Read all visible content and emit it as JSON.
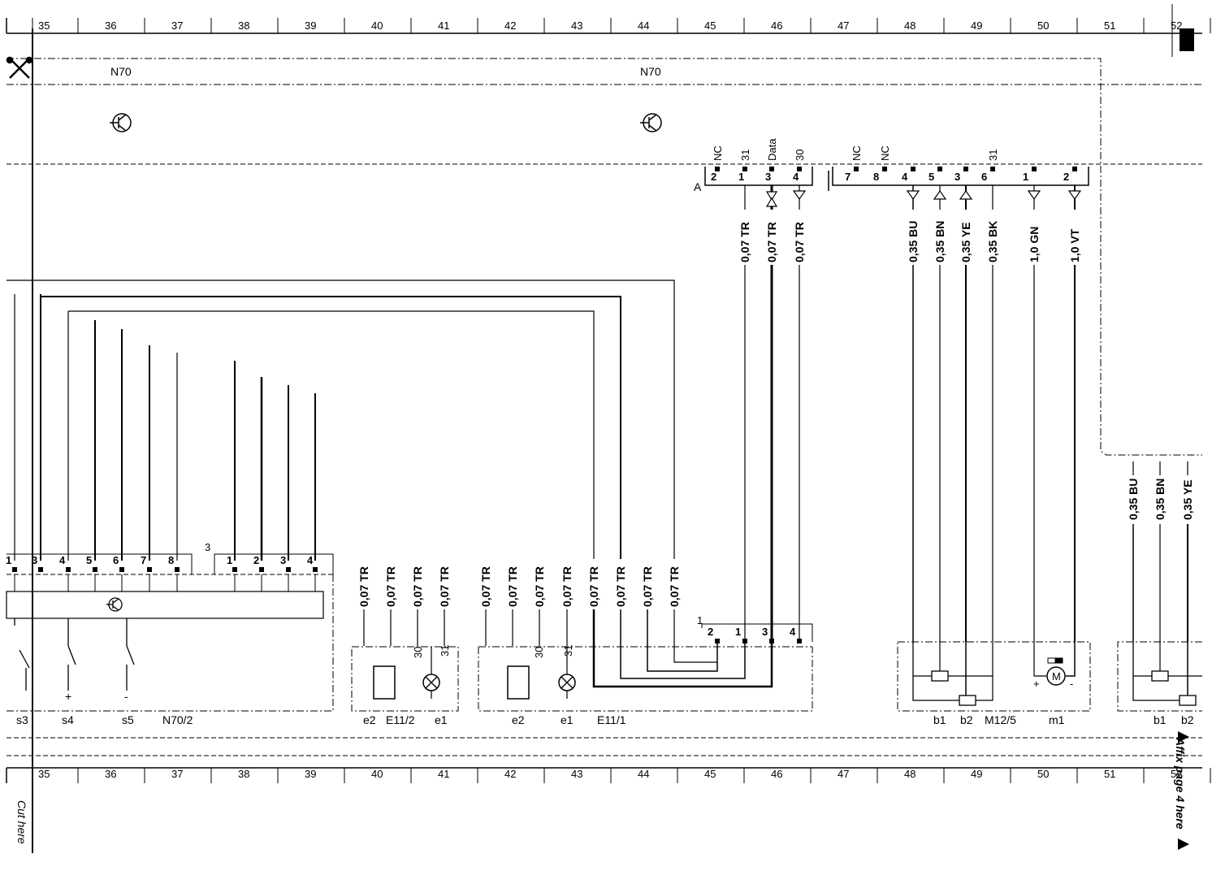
{
  "ruler": {
    "columns": [
      "35",
      "36",
      "37",
      "38",
      "39",
      "40",
      "41",
      "42",
      "43",
      "44",
      "45",
      "46",
      "47",
      "48",
      "49",
      "50",
      "51",
      "52"
    ]
  },
  "components": {
    "n70_left": "N70",
    "n70_right": "N70",
    "n70_2": "N70/2",
    "e11_2": "E11/2",
    "e11_1": "E11/1",
    "m12_5": "M12/5",
    "m1": "m1"
  },
  "connector_a": {
    "label": "A",
    "pins": [
      {
        "num": "2",
        "sig": "NC"
      },
      {
        "num": "1",
        "sig": "31"
      },
      {
        "num": "3",
        "sig": "Data"
      },
      {
        "num": "4",
        "sig": "30"
      }
    ]
  },
  "connector_right": {
    "pins": [
      {
        "num": "7",
        "sig": "NC"
      },
      {
        "num": "8",
        "sig": "NC"
      },
      {
        "num": "4",
        "sig": ""
      },
      {
        "num": "5",
        "sig": ""
      },
      {
        "num": "3",
        "sig": ""
      },
      {
        "num": "6",
        "sig": "31"
      },
      {
        "num": "1",
        "sig": ""
      },
      {
        "num": "2",
        "sig": ""
      }
    ]
  },
  "wires_top": [
    "0,07 TR",
    "0,07 TR",
    "0,07 TR",
    "0,35 BU",
    "0,35 BN",
    "0,35 YE",
    "0,35 BK",
    "1,0 GN",
    "1,0 VT"
  ],
  "wires_mid": [
    "0,07 TR",
    "0,07 TR",
    "0,07 TR",
    "0,07 TR",
    "0,07 TR",
    "0,07 TR",
    "0,07 TR",
    "0,07 TR",
    "0,07 TR",
    "0,07 TR",
    "0,07 TR",
    "0,07 TR"
  ],
  "wires_far_right": [
    "0,35 BU",
    "0,35 BN",
    "0,35 YE"
  ],
  "n70_2_pins": [
    "1",
    "3",
    "4",
    "5",
    "6",
    "7",
    "8"
  ],
  "n70_2_pins_b": [
    "1",
    "2",
    "3",
    "4"
  ],
  "n70_2_group": "3",
  "e11_1_connector": {
    "group": "1",
    "pins": [
      "2",
      "1",
      "3",
      "4"
    ]
  },
  "terminals": {
    "t30": "30",
    "t31": "31"
  },
  "switch_labels": [
    "s3",
    "s4",
    "s5"
  ],
  "switch_signs": [
    "+",
    "-"
  ],
  "e11_2_labels": [
    "e2",
    "e1"
  ],
  "e11_1_labels": [
    "e2",
    "e1"
  ],
  "m12_5_labels": [
    "b1",
    "b2"
  ],
  "far_right_labels": [
    "b1",
    "b2"
  ],
  "motor": {
    "label": "M",
    "plus": "+",
    "minus": "-"
  },
  "cut_here": "Cut here",
  "affix_here": "Affix page 4 here"
}
